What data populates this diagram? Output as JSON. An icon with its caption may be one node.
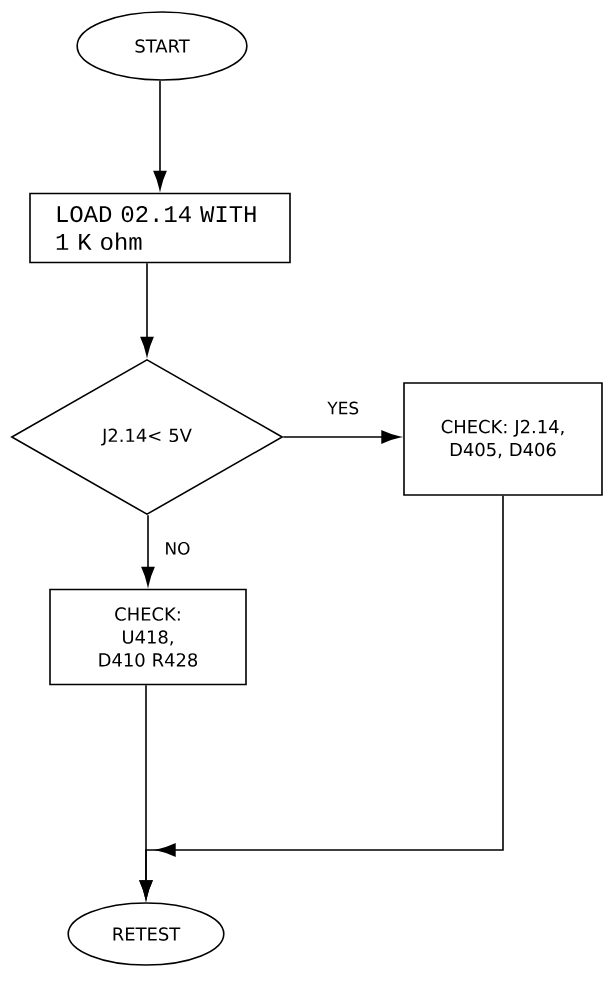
{
  "diagram": {
    "nodes": [
      {
        "text": [
          "START"
        ]
      },
      {
        "text": [
          "LOAD 02.14 WITH 1 K ohm"
        ]
      },
      {
        "text": [
          "J2.14< 5V"
        ]
      },
      {
        "text": [
          "CHECK: J2.14, D405, D406"
        ]
      },
      {
        "text": [
          "CHECK: U418, D410 R428"
        ]
      },
      {
        "text": [
          "RETEST"
        ]
      }
    ],
    "edges": [
      {
        "from": 0,
        "to": 1,
        "arrow": "to"
      },
      {
        "from": 1,
        "to": 2,
        "arrow": "to"
      },
      {
        "from": 2,
        "to": 3,
        "arrow": "to",
        "label": "YES"
      },
      {
        "from": 2,
        "to": 4,
        "arrow": "to",
        "label": "NO"
      },
      {
        "from": 4,
        "to": 5,
        "arrow": "to"
      },
      {
        "from": 3,
        "to": 5,
        "arrow": "to"
      }
    ]
  }
}
